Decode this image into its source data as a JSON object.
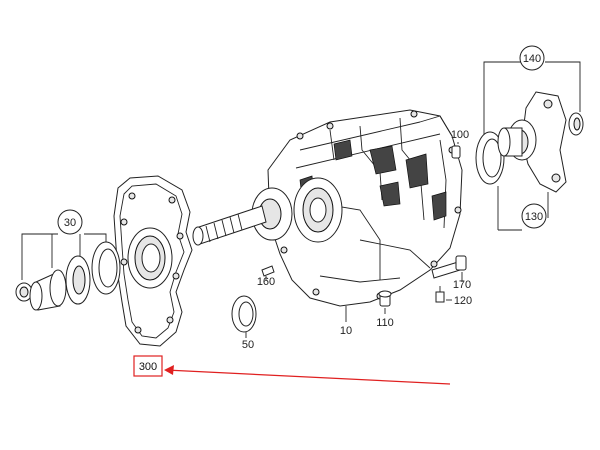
{
  "diagram": {
    "labels": {
      "l10": "10",
      "l30": "30",
      "l50": "50",
      "l100": "100",
      "l110": "110",
      "l120": "120",
      "l130": "130",
      "l140": "140",
      "l160": "160",
      "l170": "170",
      "l300": "300"
    },
    "highlight_color": "#e02020"
  }
}
